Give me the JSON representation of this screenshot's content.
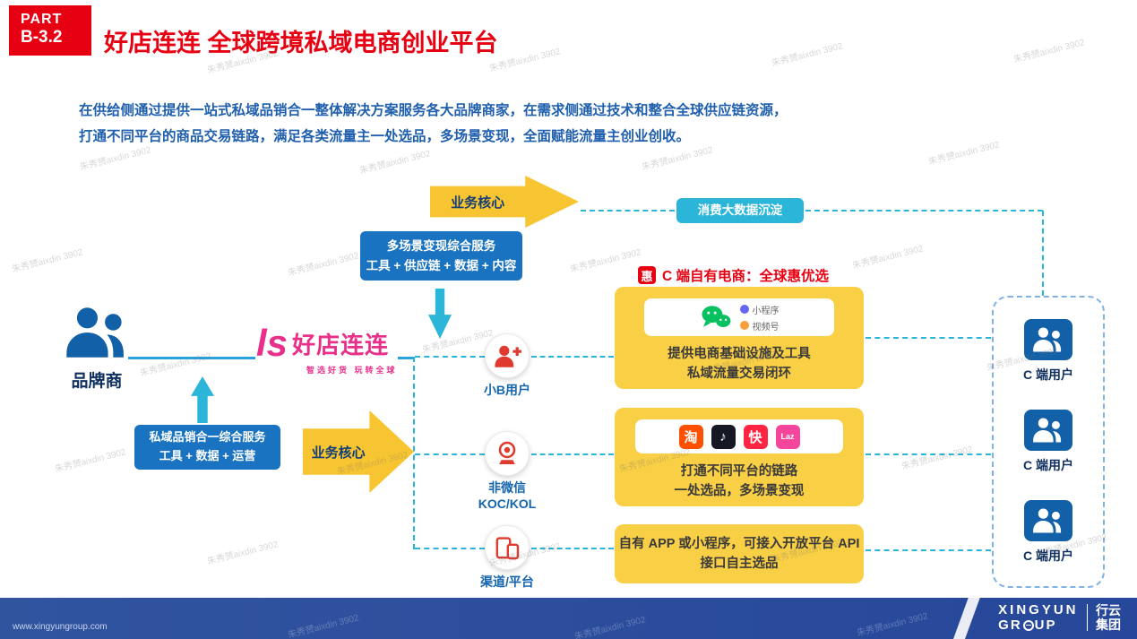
{
  "watermark": "朱秀赟aixdin 3902",
  "colors": {
    "accent_red": "#e60012",
    "blue_box": "#1a73c0",
    "cyan": "#2bb6d9",
    "yellow": "#f7c531",
    "logo_pink": "#e8308a",
    "footer_blue": "#2a4da0",
    "wechat_green": "#07c160"
  },
  "header": {
    "part_label": "PART",
    "part_number": "B-3.2",
    "title": "好店连连 全球跨境私域电商创业平台"
  },
  "intro": {
    "line1": "在供给侧通过提供一站式私域品销合一整体解决方案服务各大品牌商家，在需求侧通过技术和整合全球供应链资源，",
    "line2": "打通不同平台的商品交易链路，满足各类流量主一处选品，多场景变现，全面赋能流量主创业创收。"
  },
  "diagram": {
    "business_core_top": "业务核心",
    "business_core_mid": "业务核心",
    "data_box": "消费大数据沉淀",
    "multi_scene_box": {
      "line1": "多场景变现综合服务",
      "line2": "工具 + 供应链 + 数据 + 内容"
    },
    "brand_label": "品牌商",
    "private_box": {
      "line1": "私域品销合一综合服务",
      "line2": "工具 + 数据 + 运营"
    },
    "logo": {
      "mark": "ls",
      "name": "好店连连",
      "tagline": "智选好货 玩转全球"
    },
    "mid_nodes": [
      {
        "label": "小B用户"
      },
      {
        "label": "非微信",
        "label2": "KOC/KOL"
      },
      {
        "label": "渠道/平台"
      }
    ],
    "cside_title": {
      "icon_text": "惠",
      "text": "C 端自有电商：全球惠优选"
    },
    "yellow_boxes": [
      {
        "mini": [
          {
            "label": "小程序"
          },
          {
            "label": "视频号"
          }
        ],
        "line1": "提供电商基础设施及工具",
        "line2": "私域流量交易闭环"
      },
      {
        "apps": [
          {
            "text": "淘"
          },
          {
            "text": "♪"
          },
          {
            "text": "快"
          },
          {
            "text": "Laz"
          }
        ],
        "line1": "打通不同平台的链路",
        "line2": "一处选品，多场景变现"
      },
      {
        "line1": "自有 APP 或小程序，可接入开放平台 API",
        "line2": "接口自主选品"
      }
    ],
    "c_users": [
      "C 端用户",
      "C 端用户",
      "C 端用户"
    ]
  },
  "footer": {
    "url": "www.xingyungroup.com",
    "en_line1": "XINGYUN",
    "en_gr": "GR",
    "en_up": "UP",
    "cn_line1": "行云",
    "cn_line2": "集团"
  }
}
